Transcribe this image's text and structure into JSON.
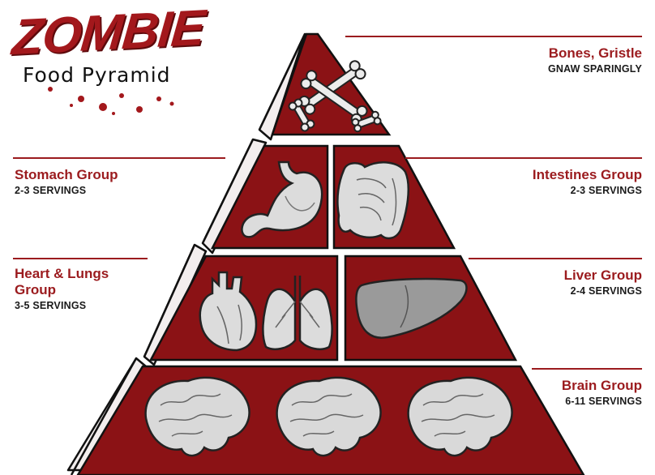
{
  "logo": {
    "title": "ZOMBIE",
    "subtitle": "Food Pyramid"
  },
  "colors": {
    "tier_fill": "#8b1215",
    "accent": "#9b1b1e",
    "organ_fill": "#dcdcdc",
    "liver_fill": "#9a9a9a",
    "edge": "#f2eeee"
  },
  "tiers": [
    {
      "id": "top",
      "cells": [
        {
          "group": "Bones, Gristle",
          "note": "GNAW SPARINGLY",
          "icon": "bones-icon"
        }
      ]
    },
    {
      "id": "second",
      "cells": [
        {
          "group": "Stomach Group",
          "note": "2-3 SERVINGS",
          "icon": "stomach-icon"
        },
        {
          "group": "Intestines Group",
          "note": "2-3 SERVINGS",
          "icon": "intestines-icon"
        }
      ]
    },
    {
      "id": "third",
      "cells": [
        {
          "group": "Heart & Lungs Group",
          "note": "3-5 SERVINGS",
          "icon": "heart-icon"
        },
        {
          "group": "Liver Group",
          "note": "2-4 SERVINGS",
          "icon": "liver-icon"
        }
      ]
    },
    {
      "id": "base",
      "cells": [
        {
          "group": "Brain Group",
          "note": "6-11 SERVINGS",
          "icon": "brain-icon"
        }
      ]
    }
  ],
  "labels": {
    "bones": {
      "name": "Bones, Gristle",
      "note": "GNAW SPARINGLY"
    },
    "stomach": {
      "name": "Stomach Group",
      "note": "2-3 SERVINGS"
    },
    "intestines": {
      "name": "Intestines Group",
      "note": "2-3 SERVINGS"
    },
    "heart_lungs": {
      "name_line1": "Heart & Lungs",
      "name_line2": "Group",
      "note": "3-5 SERVINGS"
    },
    "liver": {
      "name": "Liver Group",
      "note": "2-4 SERVINGS"
    },
    "brain": {
      "name": "Brain Group",
      "note": "6-11 SERVINGS"
    }
  }
}
